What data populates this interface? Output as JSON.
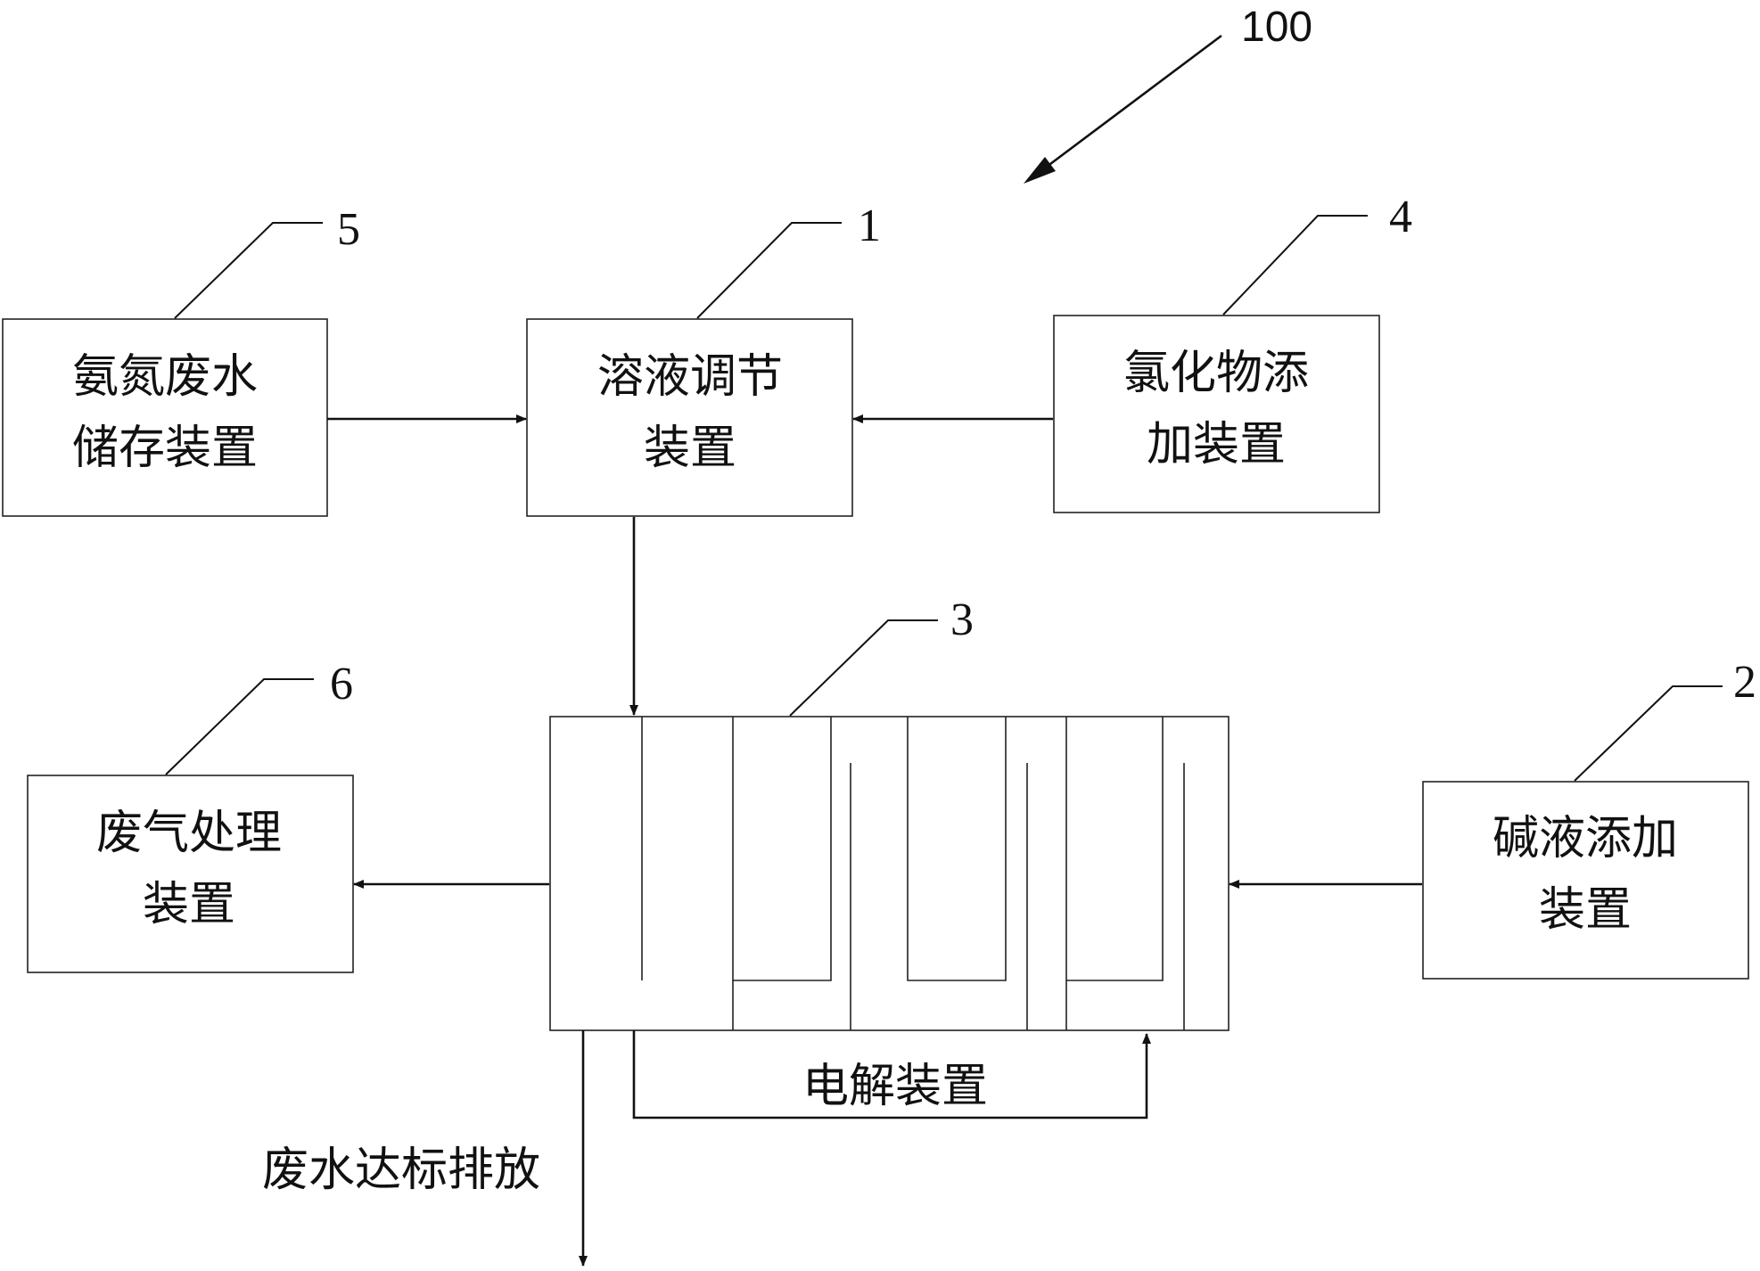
{
  "figure_number": "100",
  "boxes": {
    "storage": {
      "ref": "5",
      "line1": "氨氮废水",
      "line2": "储存装置"
    },
    "regulator": {
      "ref": "1",
      "line1": "溶液调节",
      "line2": "装置"
    },
    "chloride": {
      "ref": "4",
      "line1": "氯化物添",
      "line2": "加装置"
    },
    "exhaust": {
      "ref": "6",
      "line1": "废气处理",
      "line2": "装置"
    },
    "alkali": {
      "ref": "2",
      "line1": "碱液添加",
      "line2": "装置"
    }
  },
  "electrolysis": {
    "ref": "3",
    "label": "电解装置"
  },
  "discharge_label": "废水达标排放"
}
